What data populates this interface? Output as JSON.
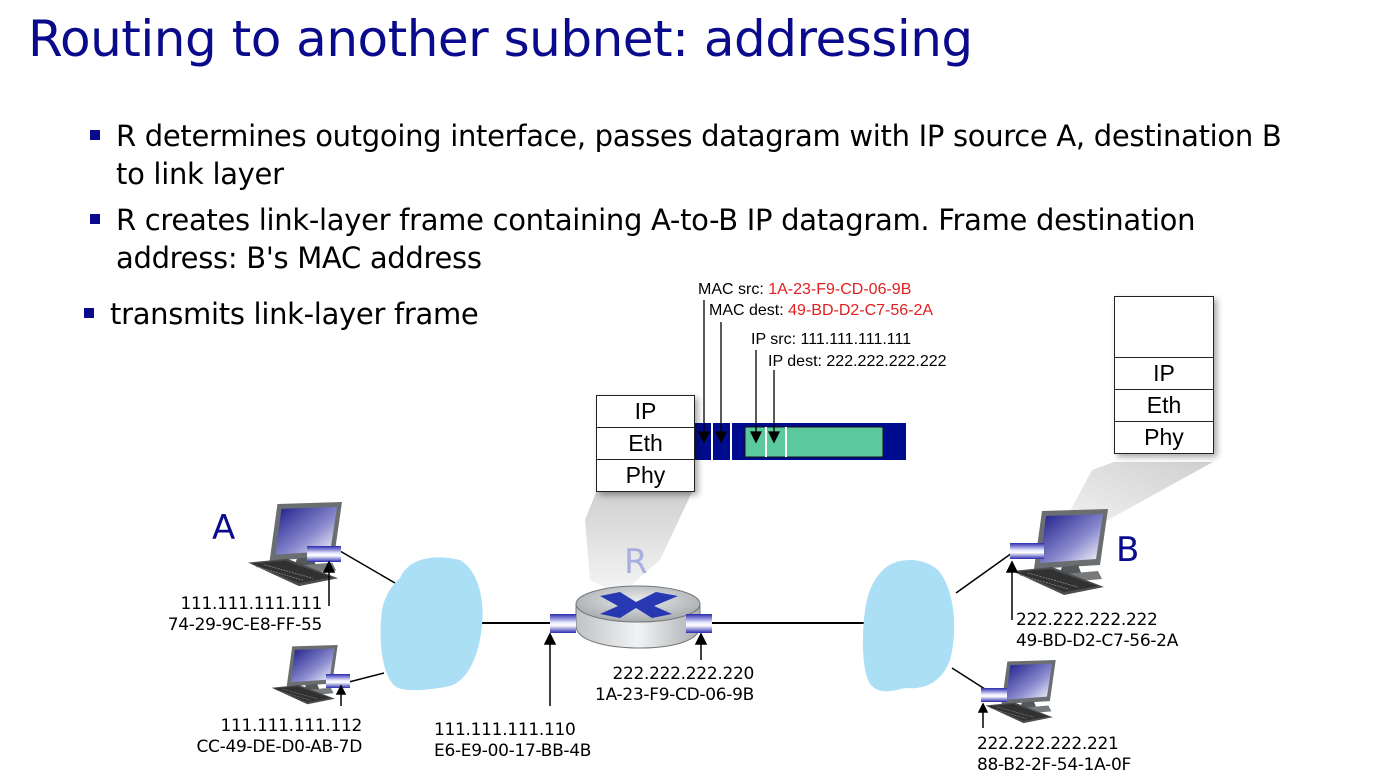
{
  "slide": {
    "title": "Routing to another subnet: addressing",
    "bullets": [
      {
        "line1": "R determines outgoing interface, passes datagram with IP source A, destination B",
        "line2": "to link layer"
      },
      {
        "line1": "R creates link-layer frame containing A-to-B IP datagram. Frame destination",
        "line2": "address: B's MAC address"
      },
      {
        "line1": "transmits link-layer frame",
        "line2": ""
      }
    ]
  },
  "frame": {
    "mac_src_label": "MAC src: ",
    "mac_src_value": "1A-23-F9-CD-06-9B",
    "mac_dest_label": "MAC dest: ",
    "mac_dest_value": "49-BD-D2-C7-56-2A",
    "ip_src": "IP src: 111.111.111.111",
    "ip_dest": "IP dest: 222.222.222.222",
    "colors": {
      "frame": "#000c8f",
      "datagram": "#5cc99c",
      "mac_values": "#e02020"
    }
  },
  "router_stack": {
    "layers": [
      "IP",
      "Eth",
      "Phy"
    ]
  },
  "host_b_stack": {
    "layers": [
      "",
      "IP",
      "Eth",
      "Phy"
    ]
  },
  "nodes": {
    "host_a": {
      "name": "A",
      "ip": "111.111.111.111",
      "mac": "74-29-9C-E8-FF-55"
    },
    "host_a2": {
      "ip": "111.111.111.112",
      "mac": "CC-49-DE-D0-AB-7D"
    },
    "router": {
      "name": "R"
    },
    "router_left": {
      "ip": "111.111.111.110",
      "mac": "E6-E9-00-17-BB-4B"
    },
    "router_right": {
      "ip": "222.222.222.220",
      "mac": "1A-23-F9-CD-06-9B"
    },
    "host_b": {
      "name": "B",
      "ip": "222.222.222.222",
      "mac": "49-BD-D2-C7-56-2A"
    },
    "host_b2": {
      "ip": "222.222.222.221",
      "mac": "88-B2-2F-54-1A-0F"
    }
  }
}
